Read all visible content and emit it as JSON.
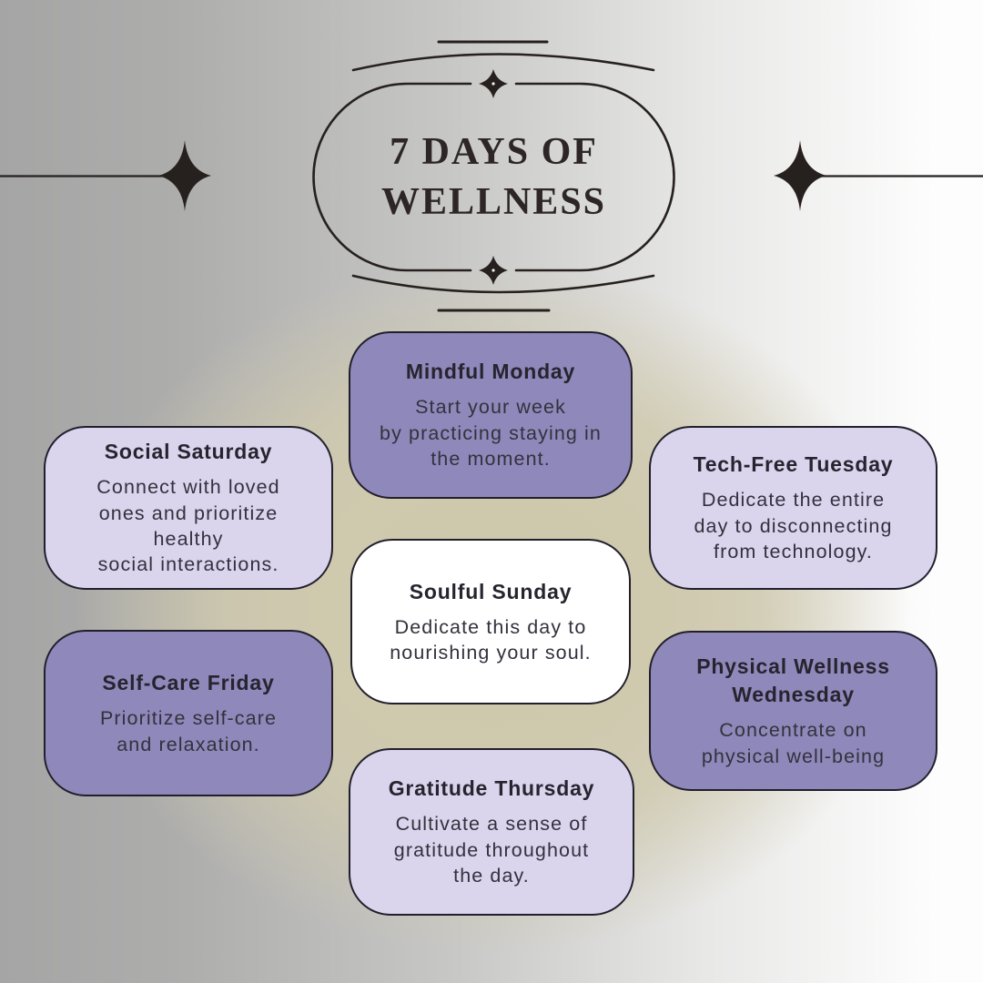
{
  "header": {
    "title": "7 DAYS OF\nWELLNESS"
  },
  "cards": {
    "monday": {
      "title": "Mindful Monday",
      "body": "Start your week\nby practicing staying in\nthe moment."
    },
    "tuesday": {
      "title": "Tech-Free Tuesday",
      "body": "Dedicate the entire\nday to disconnecting\nfrom technology."
    },
    "wednesday": {
      "title": "Physical Wellness\nWednesday",
      "body": "Concentrate on\nphysical well-being"
    },
    "thursday": {
      "title": "Gratitude Thursday",
      "body": "Cultivate a sense of\ngratitude throughout\nthe day."
    },
    "friday": {
      "title": "Self-Care Friday",
      "body": "Prioritize self-care\nand relaxation."
    },
    "saturday": {
      "title": "Social Saturday",
      "body": "Connect with loved\nones and prioritize\nhealthy\nsocial interactions."
    },
    "sunday": {
      "title": "Soulful Sunday",
      "body": "Dedicate this day to\nnourishing your soul."
    }
  },
  "icons": {
    "left_sparkle": "four-point-sparkle-with-line",
    "right_sparkle": "four-point-sparkle-with-line",
    "frame_stars": "tapered-plus-star"
  },
  "colors": {
    "card_purple": "#8f88ba",
    "card_lavender": "#dad4ed",
    "card_white": "#ffffff",
    "card_border": "#211f2c",
    "text_dark": "#27242f",
    "title_color": "#2e2626",
    "ornament": "#26211e",
    "bg_gray": "#a5a5a5",
    "bg_white": "#fdfdfd",
    "bg_glow": "#cdc7ab"
  }
}
